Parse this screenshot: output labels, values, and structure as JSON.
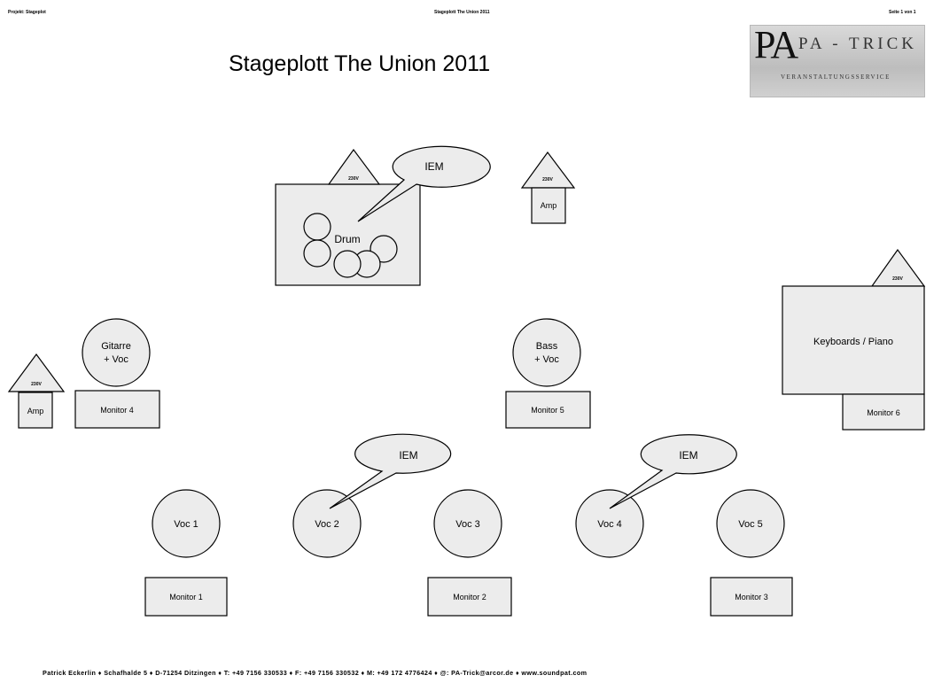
{
  "header": {
    "left": "Projekt: Stageplot",
    "center": "Stageplott The Union 2011",
    "right": "Seite 1 von 1"
  },
  "title": "Stageplott The Union 2011",
  "logo": {
    "initials": "PA",
    "name": "PA - TRICK",
    "tagline": "VERANSTALTUNGSSERVICE"
  },
  "plot": {
    "power_label": "230V",
    "drum_label": "Drum",
    "iem_label": "IEM",
    "amp_label": "Amp",
    "keyboards_label": "Keyboards / Piano",
    "gitarre_lines": [
      "Gitarre",
      "+ Voc"
    ],
    "bass_lines": [
      "Bass",
      "+ Voc"
    ],
    "vocals": [
      "Voc 1",
      "Voc 2",
      "Voc 3",
      "Voc 4",
      "Voc 5"
    ],
    "monitors": [
      "Monitor 1",
      "Monitor 2",
      "Monitor 3",
      "Monitor 4",
      "Monitor 5",
      "Monitor 6"
    ]
  },
  "footer": {
    "contact": "Patrick Eckerlin ♦ Schafhalde 5 ♦ D-71254 Ditzingen ♦ T: +49 7156 330533 ♦ F: +49 7156 330532 ♦ M: +49 172 4776424 ♦ @: PA-Trick@arcor.de ♦ www.soundpat.com"
  }
}
